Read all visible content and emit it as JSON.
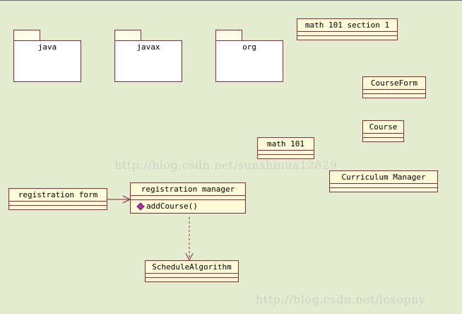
{
  "packages": [
    {
      "name": "java"
    },
    {
      "name": "javax"
    },
    {
      "name": "org"
    }
  ],
  "classes": {
    "math101_section1": "math 101 section 1",
    "course_form": "CourseForm",
    "course": "Course",
    "math101": "math 101",
    "curriculum_manager": "Curriculum Manager",
    "registration_form": "registration form",
    "registration_manager": "registration manager",
    "registration_manager_operation": "addCourse()",
    "schedule_algorithm": "ScheduleAlgorithm"
  },
  "watermarks": {
    "middle": "http://blog.csdn.net/sunshinua12829",
    "bottom": "http://blog.csdn.net/losophy"
  },
  "colors": {
    "background": "#e3eccf",
    "class_fill": "#fffbd6",
    "border": "#8a2a3e",
    "operation_icon": "#a43b9a"
  },
  "icons": {
    "operation": "public-operation-diamond-icon"
  }
}
